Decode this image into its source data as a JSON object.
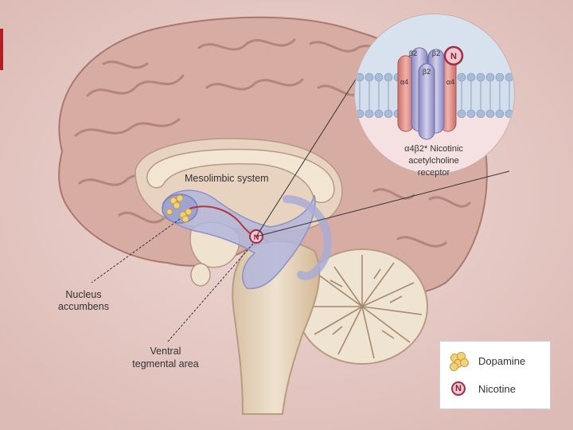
{
  "labels": {
    "mesolimbic": "Mesolimbic system",
    "nucleus_line1": "Nucleus",
    "nucleus_line2": "accumbens",
    "ventral_line1": "Ventral",
    "ventral_line2": "tegmental area"
  },
  "receptor": {
    "subunits": {
      "b2_left": "β2",
      "b2_right": "β2",
      "b2_center": "β2",
      "a4_left": "α4",
      "a4_right": "α4"
    },
    "marker": "N",
    "caption_line1": "α4β2* Nicotinic",
    "caption_line2": "acetylcholine",
    "caption_line3": "receptor"
  },
  "legend": {
    "dopamine": "Dopamine",
    "nicotine": "Nicotine",
    "nicotine_symbol": "N"
  },
  "colors": {
    "background": "#e9cfcb",
    "cortex": "#d7ada4",
    "cerebellum": "#eadfcf",
    "pathway": "#b5b8dc",
    "receptor_alpha": "#e2938d",
    "receptor_beta": "#a8a6d2",
    "nicotine": "#9c2e4a"
  }
}
